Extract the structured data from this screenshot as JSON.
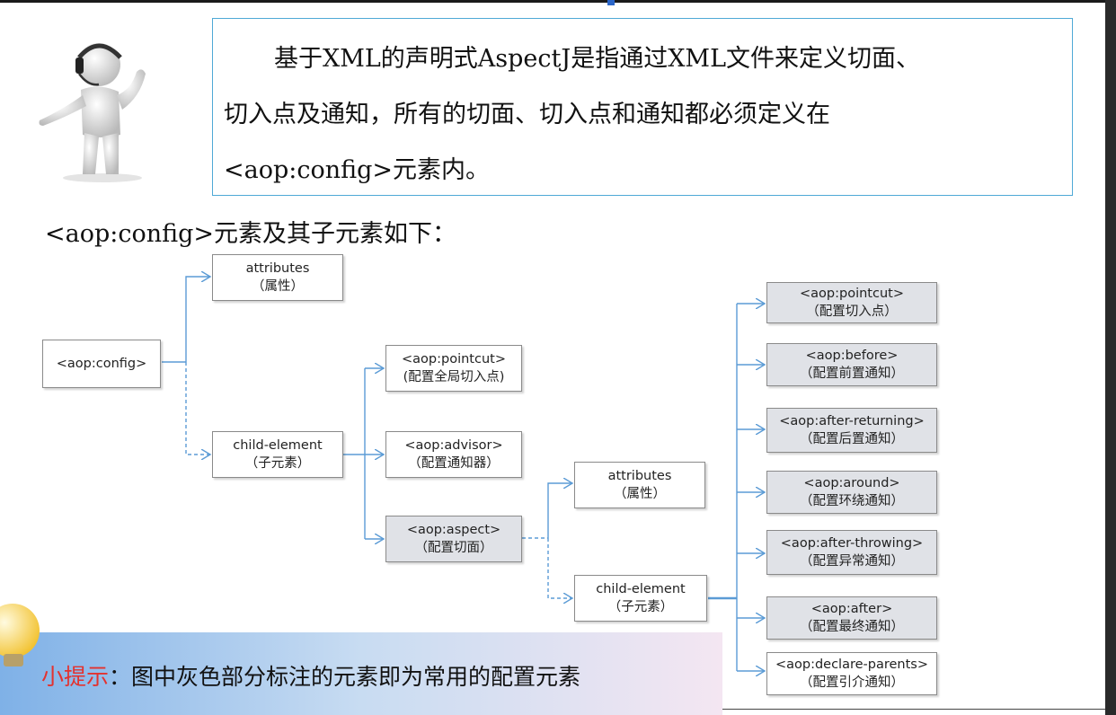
{
  "intro": {
    "line1": "基于XML的声明式AspectJ是指通过XML文件来定义切面、",
    "line2": "切入点及通知，所有的切面、切入点和通知都必须定义在",
    "line3": "<aop:config>元素内。"
  },
  "subtitle": "<aop:config>元素及其子元素如下：",
  "nodes": {
    "config": {
      "l1": "<aop:config>"
    },
    "attributes1": {
      "l1": "attributes",
      "l2": "（属性）"
    },
    "child1": {
      "l1": "child-element",
      "l2": "（子元素）"
    },
    "pointcut_global": {
      "l1": "<aop:pointcut>",
      "l2": "(配置全局切入点)"
    },
    "advisor": {
      "l1": "<aop:advisor>",
      "l2": "（配置通知器）"
    },
    "aspect": {
      "l1": "<aop:aspect>",
      "l2": "（配置切面）"
    },
    "attributes2": {
      "l1": "attributes",
      "l2": "（属性）"
    },
    "child2": {
      "l1": "child-element",
      "l2": "（子元素）"
    },
    "pointcut": {
      "l1": "<aop:pointcut>",
      "l2": "（配置切入点）"
    },
    "before": {
      "l1": "<aop:before>",
      "l2": "（配置前置通知）"
    },
    "after_returning": {
      "l1": "<aop:after-returning>",
      "l2": "（配置后置通知）"
    },
    "around": {
      "l1": "<aop:around>",
      "l2": "（配置环绕通知）"
    },
    "after_throwing": {
      "l1": "<aop:after-throwing>",
      "l2": "（配置异常通知）"
    },
    "after": {
      "l1": "<aop:after>",
      "l2": "（配置最终通知）"
    },
    "declare_parents": {
      "l1": "<aop:declare-parents>",
      "l2": "（配置引介通知）"
    }
  },
  "tip": {
    "label": "小提示",
    "text": "：图中灰色部分标注的元素即为常用的配置元素"
  },
  "colors": {
    "connector": "#5b9bd5",
    "gray_box": "#e0e2e7",
    "tip_label": "#e3322f",
    "intro_border": "#4fa9d6"
  }
}
